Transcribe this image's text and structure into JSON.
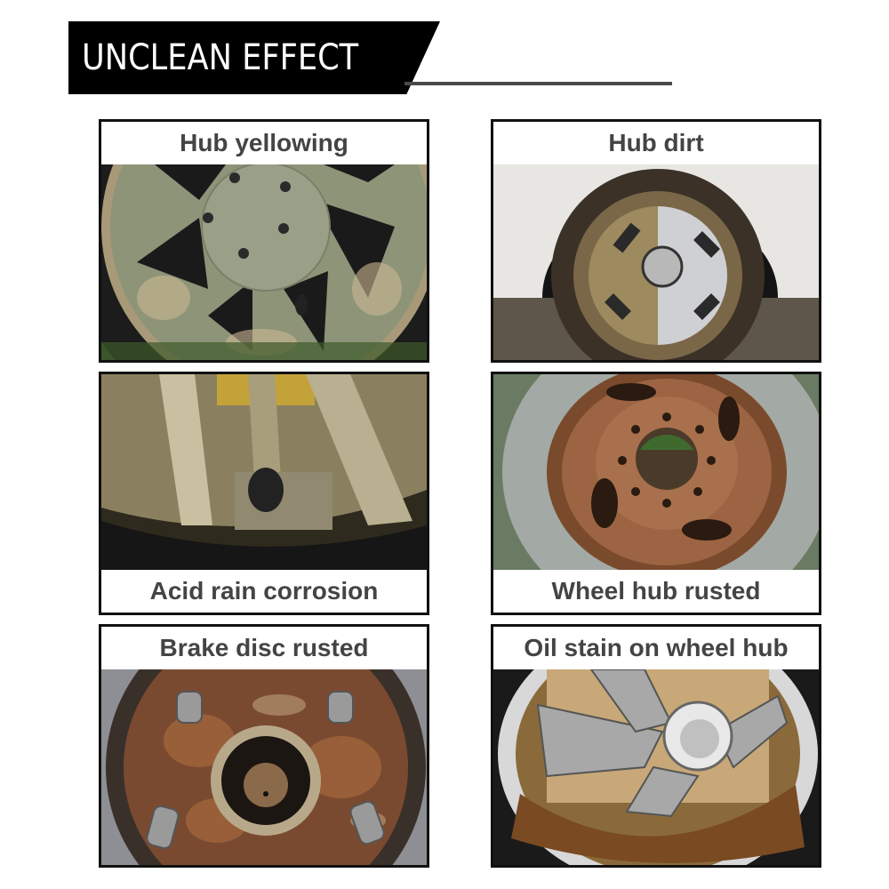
{
  "header": {
    "title": "UNCLEAN EFFECT"
  },
  "panels": [
    {
      "label": "Hub yellowing",
      "image": "dirty-yellowed-alloy-wheel-photo",
      "label_position": "top"
    },
    {
      "label": "Hub dirt",
      "image": "mud-covered-wheel-half-cleaned-photo",
      "label_position": "top"
    },
    {
      "label": "Acid rain corrosion",
      "image": "corroded-alloy-wheel-closeup-photo",
      "label_position": "bottom"
    },
    {
      "label": "Wheel hub rusted",
      "image": "rusted-steel-wheel-photo",
      "label_position": "bottom"
    },
    {
      "label": "Brake disc rusted",
      "image": "rusted-brake-disc-hub-photo",
      "label_position": "top"
    },
    {
      "label": "Oil stain on wheel hub",
      "image": "oil-stained-chrome-wheel-photo",
      "label_position": "top"
    }
  ],
  "colors": {
    "banner": "#000000",
    "label_text": "#444444",
    "border": "#111111",
    "rule": "#4a4a4a"
  }
}
